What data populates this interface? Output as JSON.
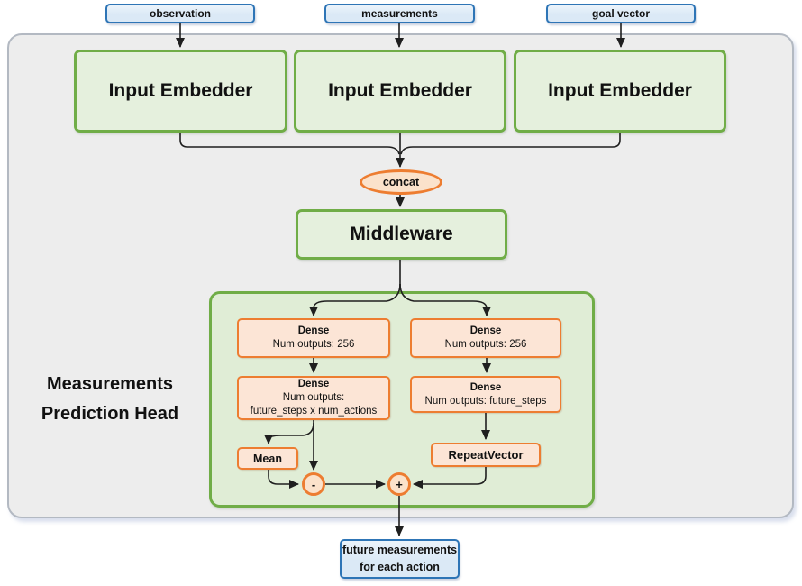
{
  "diagram": {
    "inputs": [
      {
        "label": "observation"
      },
      {
        "label": "measurements"
      },
      {
        "label": "goal vector"
      }
    ],
    "embedders": [
      {
        "label": "Input Embedder"
      },
      {
        "label": "Input Embedder"
      },
      {
        "label": "Input Embedder"
      }
    ],
    "concat_label": "concat",
    "middleware_label": "Middleware",
    "head": {
      "title_line1": "Measurements",
      "title_line2": "Prediction Head",
      "dense_left_top": {
        "title": "Dense",
        "line1": "Num outputs: 256"
      },
      "dense_right_top": {
        "title": "Dense",
        "line1": "Num outputs: 256"
      },
      "dense_left_bottom": {
        "title": "Dense",
        "line1": "Num outputs:",
        "line2": "future_steps x num_actions"
      },
      "dense_right_bottom": {
        "title": "Dense",
        "line1": "Num outputs: future_steps"
      },
      "mean_label": "Mean",
      "repeat_vector_label": "RepeatVector",
      "minus_label": "-",
      "plus_label": "+"
    },
    "output": {
      "line1": "future measurements",
      "line2": "for each action"
    }
  },
  "colors": {
    "blue_border": "#2e75b6",
    "blue_fill": "#dbe9f6",
    "green_border": "#70ad47",
    "green_box_fill": "#e5f0dd",
    "head_container_fill": "#e0edd6",
    "orange_border": "#ed7d31",
    "orange_box_fill": "#fce5d6",
    "ellipse_fill": "#fbe2cb",
    "outer_container_fill": "#ededed",
    "outer_container_border": "#b3b9c2",
    "line_color": "#1f1f1f"
  }
}
